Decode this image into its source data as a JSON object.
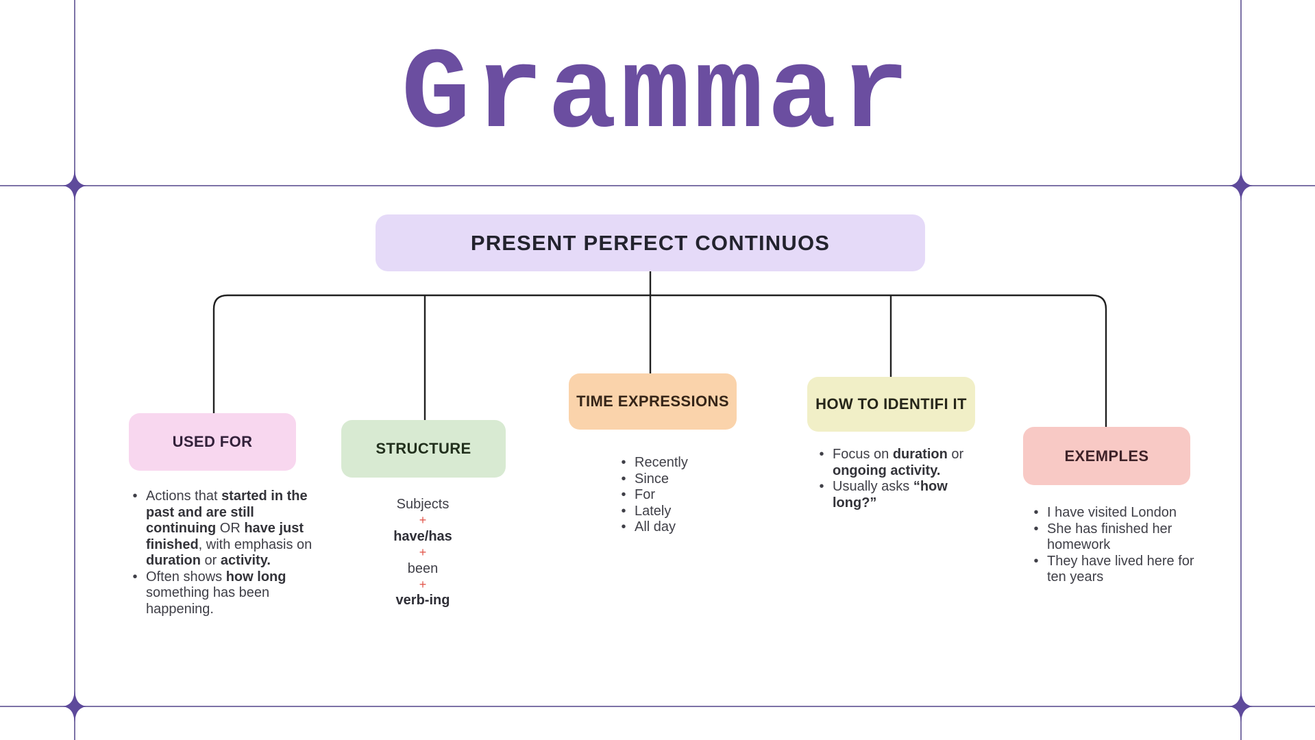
{
  "title": {
    "text": "Grammar",
    "color": "#6B4EA0"
  },
  "frame": {
    "line_color": "#7C72A6",
    "sparkle_color": "#5E4A9B"
  },
  "connectors": {
    "color": "#202020"
  },
  "root": {
    "label": "PRESENT PERFECT CONTINUOS",
    "bg": "#E5DAF8"
  },
  "branches": {
    "used_for": {
      "label": "USED FOR",
      "bg": "#F8D7EF",
      "bullets": [
        [
          {
            "text": "Actions that "
          },
          {
            "text": "started in the past and are still continuing",
            "bold": true
          },
          {
            "text": " OR "
          },
          {
            "text": "have just finished",
            "bold": true
          },
          {
            "text": ", with emphasis on "
          },
          {
            "text": "duration",
            "bold": true
          },
          {
            "text": " or "
          },
          {
            "text": "activity.",
            "bold": true
          }
        ],
        [
          {
            "text": "Often shows "
          },
          {
            "text": "how long",
            "bold": true
          },
          {
            "text": " something has been happening."
          }
        ]
      ]
    },
    "structure": {
      "label": "STRUCTURE",
      "bg": "#D8EAD2",
      "lines": [
        {
          "text": "Subjects",
          "style": "normal"
        },
        {
          "text": "+",
          "style": "plus",
          "color": "#E2574C"
        },
        {
          "text": "have/has",
          "style": "bold"
        },
        {
          "text": "+",
          "style": "plus",
          "color": "#E2574C"
        },
        {
          "text": "been",
          "style": "normal"
        },
        {
          "text": "+",
          "style": "plus",
          "color": "#E2574C"
        },
        {
          "text": "verb-ing",
          "style": "bold"
        }
      ]
    },
    "time_expressions": {
      "label": "TIME EXPRESSIONS",
      "bg": "#FAD3AB",
      "bullets": [
        [
          {
            "text": "Recently"
          }
        ],
        [
          {
            "text": "Since"
          }
        ],
        [
          {
            "text": "For"
          }
        ],
        [
          {
            "text": "Lately"
          }
        ],
        [
          {
            "text": "All day"
          }
        ]
      ]
    },
    "how_to_identify": {
      "label": "HOW TO IDENTIFI IT",
      "bg": "#F1EFC7",
      "bullets": [
        [
          {
            "text": "Focus on "
          },
          {
            "text": "duration",
            "bold": true
          },
          {
            "text": " or "
          },
          {
            "text": "ongoing activity.",
            "bold": true
          }
        ],
        [
          {
            "text": "Usually asks "
          },
          {
            "text": "“how long?”",
            "bold": true
          }
        ]
      ]
    },
    "exemples": {
      "label": "EXEMPLES",
      "bg": "#F8C9C5",
      "bullets": [
        [
          {
            "text": "I have visited London"
          }
        ],
        [
          {
            "text": "She has finished her homework"
          }
        ],
        [
          {
            "text": "They have lived here for ten years"
          }
        ]
      ]
    }
  }
}
